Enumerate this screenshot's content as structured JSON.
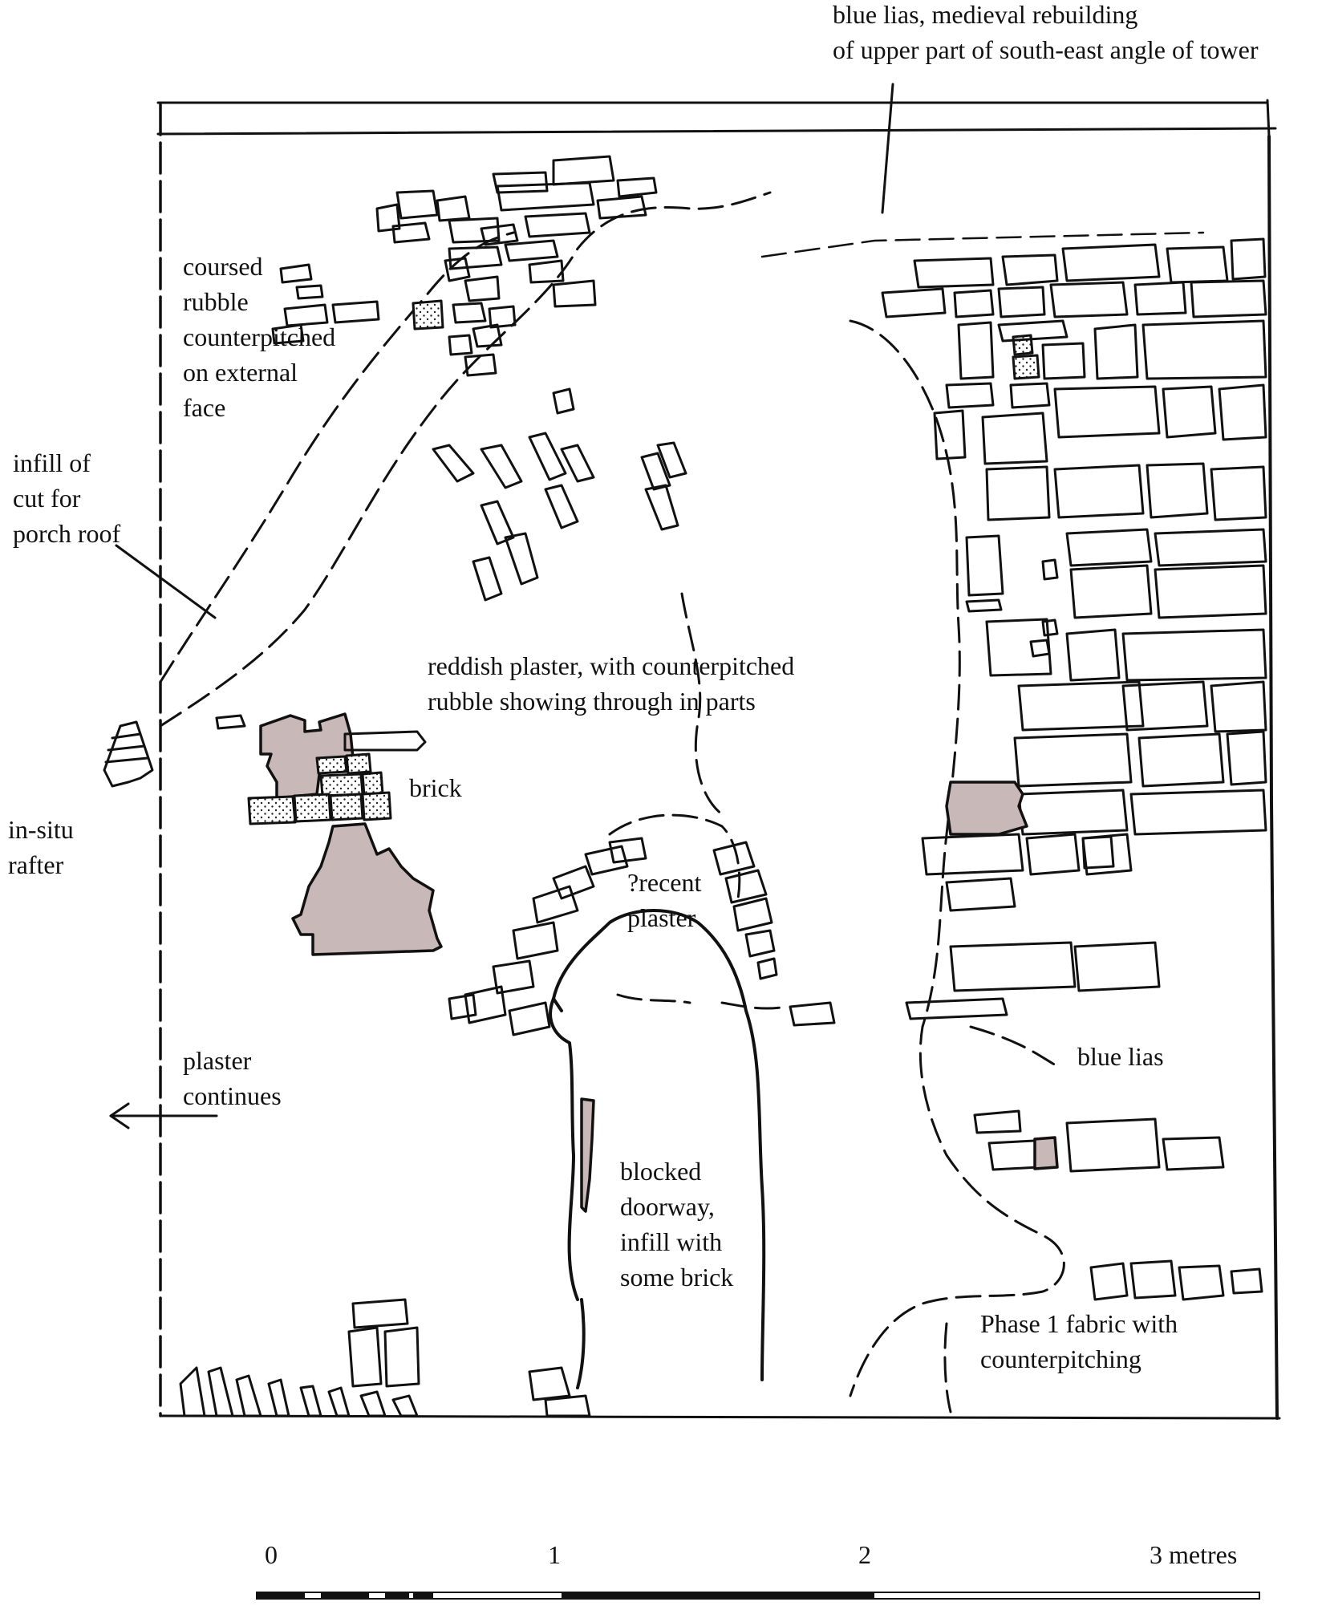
{
  "annotations": {
    "blue_lias_top": "blue lias, medieval rebuilding\nof upper part of south-east angle of tower",
    "coursed_rubble": "coursed\nrubble\ncounterpitched\non external\nface",
    "infill_cut": "infill of\ncut for\nporch roof",
    "in_situ_rafter": "in-situ\nrafter",
    "reddish_plaster": "reddish plaster, with counterpitched\nrubble showing through in parts",
    "brick": "brick",
    "recent_plaster": "?recent\nplaster",
    "plaster_continues": "plaster\ncontinues",
    "blocked_doorway": "blocked\ndoorway,\ninfill with\nsome brick",
    "blue_lias_right": "blue lias",
    "phase1": "Phase 1 fabric with\ncounterpitching"
  },
  "scale_bar": {
    "ticks": [
      "0",
      "1",
      "2",
      "3 metres"
    ]
  },
  "colors": {
    "line": "#111111",
    "plaster_fill": "#c9b8b8",
    "brick_fill": "#ffffff"
  }
}
